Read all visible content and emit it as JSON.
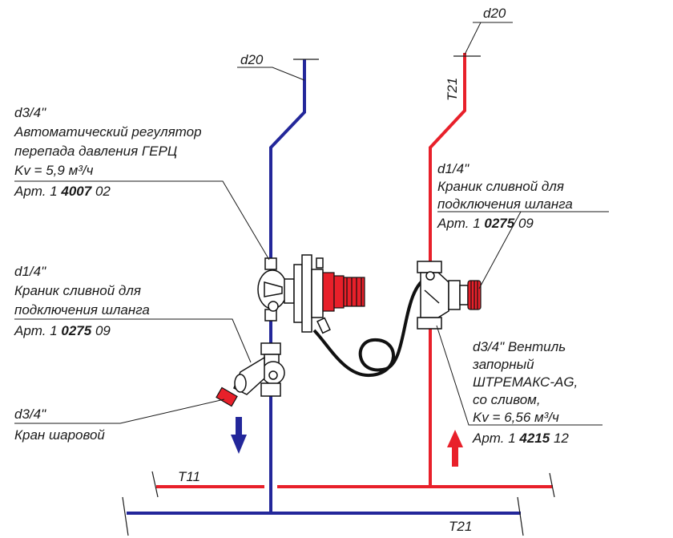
{
  "colors": {
    "supply": "#e8202a",
    "return": "#23279a",
    "ink": "#1a1a1a"
  },
  "labels": {
    "d20_left": "d20",
    "d20_right": "d20",
    "t21_top": "T21",
    "t11": "T11",
    "t21_bottom": "T21",
    "regulator": {
      "line1": "d3/4\"",
      "line2": "Автоматический регулятор",
      "line3": "перепада давления ГЕРЦ",
      "line4": "Kv = 5,9 м³/ч",
      "art_prefix": "Арт. 1 ",
      "art_bold": "4007",
      "art_suffix": " 02"
    },
    "drain_left": {
      "line1": "d1/4\"",
      "line2": "Краник сливной для",
      "line3": "подключения шланга",
      "art_prefix": "Арт. 1 ",
      "art_bold": "0275",
      "art_suffix": " 09"
    },
    "ball_valve": {
      "line1": "d3/4\"",
      "line2": "Кран шаровой"
    },
    "drain_right": {
      "line1": "d1/4\"",
      "line2": "Краник сливной для",
      "line3": "подключения шланга",
      "art_prefix": "Арт. 1 ",
      "art_bold": "0275",
      "art_suffix": " 09"
    },
    "shut_valve": {
      "line1": "d3/4\" Вентиль",
      "line2": "запорный",
      "line3": "ШТРЕМАКС-AG,",
      "line4": "со сливом,",
      "line5": "Kv = 6,56 м³/ч",
      "art_prefix": "Арт. 1 ",
      "art_bold": "4215",
      "art_suffix": " 12"
    }
  }
}
